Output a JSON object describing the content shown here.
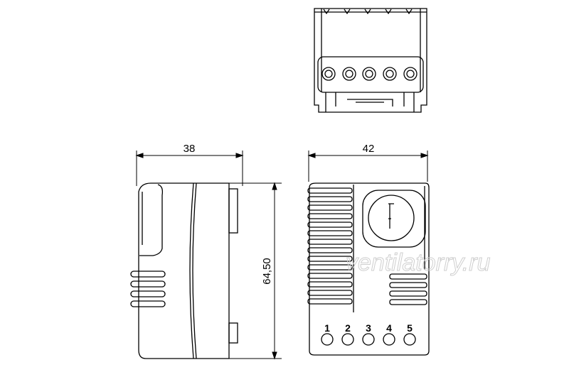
{
  "dimensions": {
    "depth": "38",
    "width": "42",
    "height": "64,50"
  },
  "terminals": [
    "1",
    "2",
    "3",
    "4",
    "5"
  ],
  "watermark": "ventilatorry.ru",
  "colors": {
    "line": "#000000",
    "background": "#ffffff",
    "watermark": "#cfcfcf"
  }
}
